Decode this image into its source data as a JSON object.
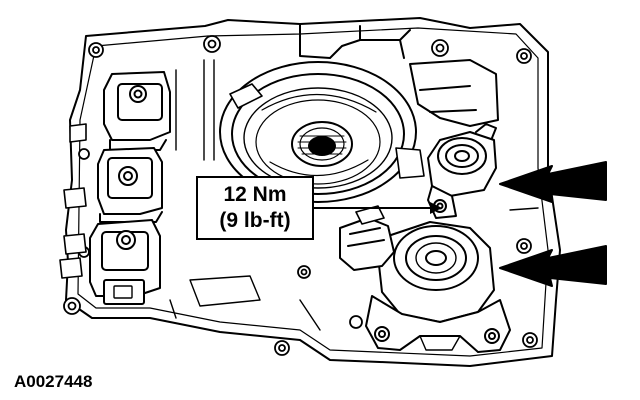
{
  "diagram": {
    "callout": {
      "torque_metric": "12 Nm",
      "torque_imperial": "(9 lb-ft)"
    },
    "figure_id": "A0027448"
  },
  "colors": {
    "line": "#000000",
    "fill": "#ffffff"
  }
}
